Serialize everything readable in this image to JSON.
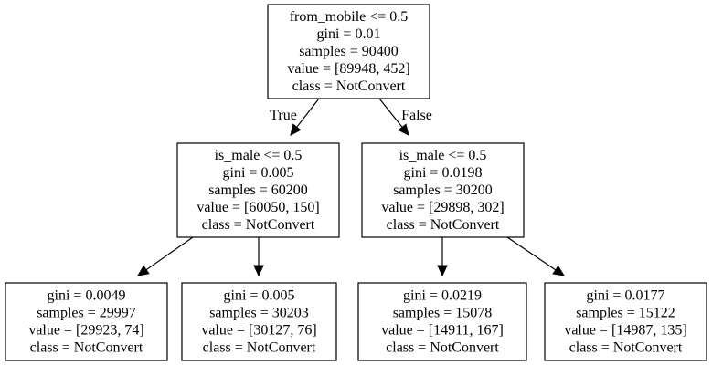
{
  "tree": {
    "nodes": [
      {
        "id": "n0",
        "lines": [
          "from_mobile <= 0.5",
          "gini = 0.01",
          "samples = 90400",
          "value = [89948, 452]",
          "class = NotConvert"
        ]
      },
      {
        "id": "n1",
        "lines": [
          "is_male <= 0.5",
          "gini = 0.005",
          "samples = 60200",
          "value = [60050, 150]",
          "class = NotConvert"
        ]
      },
      {
        "id": "n2",
        "lines": [
          "is_male <= 0.5",
          "gini = 0.0198",
          "samples = 30200",
          "value = [29898, 302]",
          "class = NotConvert"
        ]
      },
      {
        "id": "n3",
        "lines": [
          "gini = 0.0049",
          "samples = 29997",
          "value = [29923, 74]",
          "class = NotConvert"
        ]
      },
      {
        "id": "n4",
        "lines": [
          "gini = 0.005",
          "samples = 30203",
          "value = [30127, 76]",
          "class = NotConvert"
        ]
      },
      {
        "id": "n5",
        "lines": [
          "gini = 0.0219",
          "samples = 15078",
          "value = [14911, 167]",
          "class = NotConvert"
        ]
      },
      {
        "id": "n6",
        "lines": [
          "gini = 0.0177",
          "samples = 15122",
          "value = [14987, 135]",
          "class = NotConvert"
        ]
      }
    ],
    "edges": [
      {
        "from": "n0",
        "to": "n1",
        "label": "True"
      },
      {
        "from": "n0",
        "to": "n2",
        "label": "False"
      },
      {
        "from": "n1",
        "to": "n3",
        "label": ""
      },
      {
        "from": "n1",
        "to": "n4",
        "label": ""
      },
      {
        "from": "n2",
        "to": "n5",
        "label": ""
      },
      {
        "from": "n2",
        "to": "n6",
        "label": ""
      }
    ]
  }
}
